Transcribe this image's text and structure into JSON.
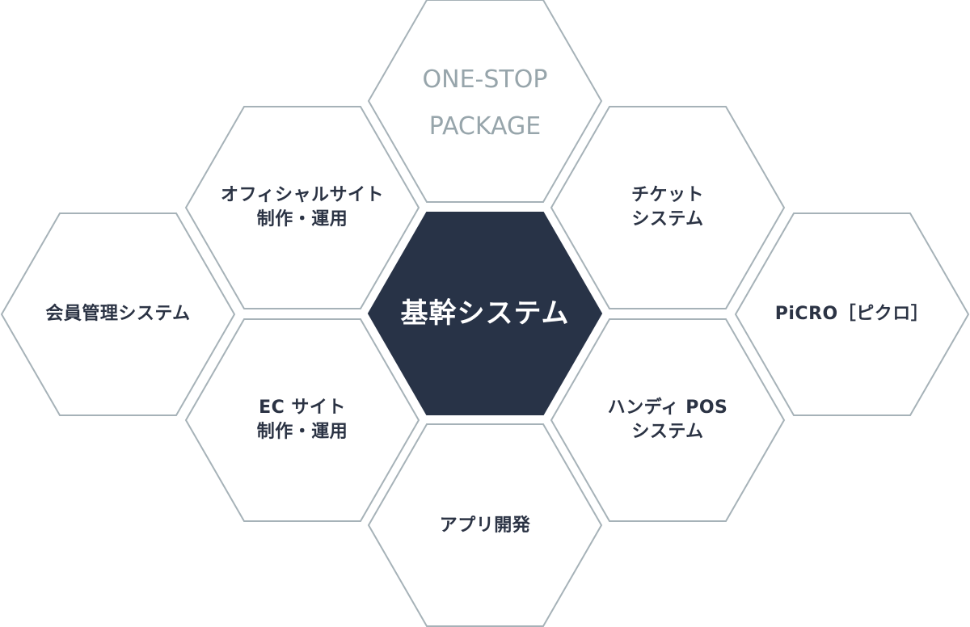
{
  "hexagons": {
    "top": {
      "lines": [
        "ONE-STOP",
        "PACKAGE"
      ]
    },
    "upper_left": {
      "lines": [
        "オフィシャルサイト",
        "制作・運用"
      ]
    },
    "upper_right": {
      "lines": [
        "チケット",
        "システム"
      ]
    },
    "far_left": {
      "lines": [
        "会員管理システム"
      ]
    },
    "center": {
      "lines": [
        "基幹システム"
      ]
    },
    "far_right": {
      "lines": [
        "PiCRO［ピクロ］"
      ]
    },
    "lower_left": {
      "lines": [
        "EC サイト",
        "制作・運用"
      ]
    },
    "lower_right": {
      "lines": [
        "ハンディ POS",
        "システム"
      ]
    },
    "bottom": {
      "lines": [
        "アプリ開発"
      ]
    }
  },
  "colors": {
    "outline": "#a6b2b8",
    "center_fill": "#283347",
    "label_text": "#2b3344",
    "top_label_text": "#97a5ab"
  }
}
